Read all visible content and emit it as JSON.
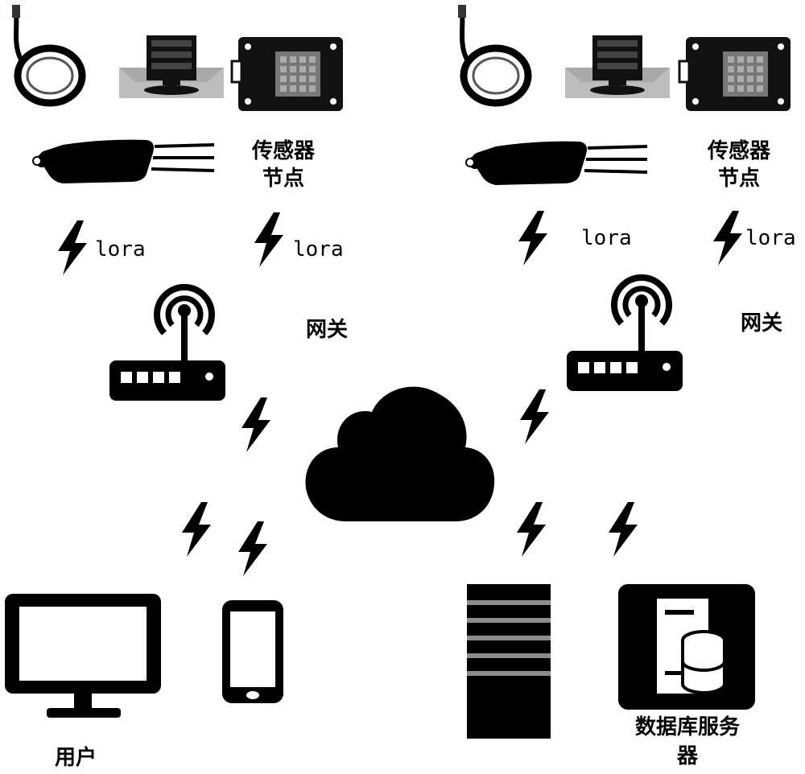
{
  "colors": {
    "ink": "#000000",
    "paper": "#ffffff",
    "photo_bg": "#bdbdbd",
    "photo_mid": "#8a8a8a",
    "server_stripe": "#8c8c8c"
  },
  "labels": {
    "sensor_node_left": [
      "传感器",
      "节点"
    ],
    "sensor_node_right": [
      "传感器",
      "节点"
    ],
    "lora_1": "lora",
    "lora_2": "lora",
    "lora_3": "lora",
    "lora_4": "lora",
    "gateway_left": "网关",
    "gateway_right": "网关",
    "user": "用户",
    "db_server": [
      "数据库服务",
      "器"
    ]
  },
  "icons": {
    "cable_probe": "cable-probe-icon",
    "module": "sensor-module-icon",
    "board": "sensor-board-icon",
    "probe": "soil-probe-icon",
    "lightning": "lightning-icon",
    "router": "wifi-router-icon",
    "cloud": "cloud-icon",
    "monitor": "monitor-icon",
    "phone": "smartphone-icon",
    "server": "server-tower-icon",
    "database": "database-server-icon"
  }
}
